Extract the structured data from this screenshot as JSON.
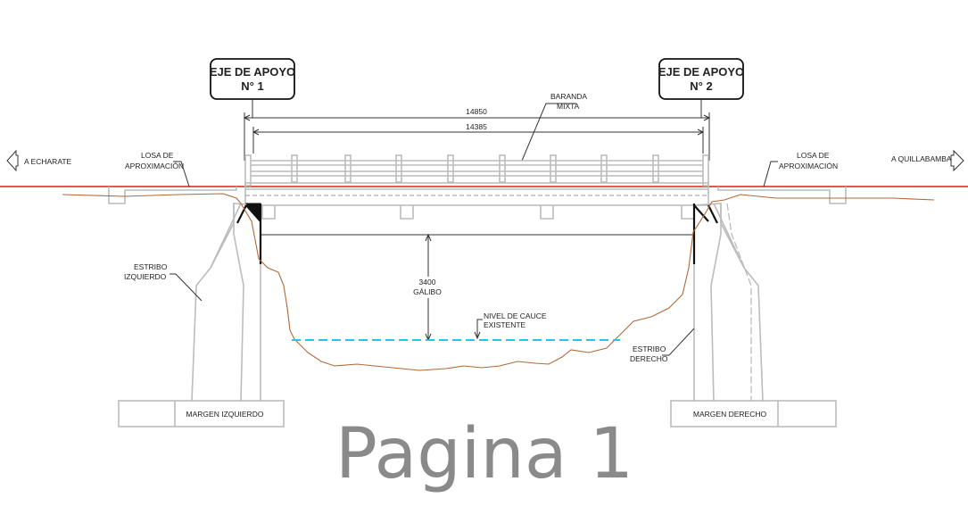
{
  "axis_labels": {
    "support_1_line1": "EJE DE APOYO",
    "support_1_line2": "N° 1",
    "support_2_line1": "EJE DE APOYO",
    "support_2_line2": "N° 2"
  },
  "dimensions": {
    "total_span": "14850",
    "railing_span": "14385",
    "clearance_value": "3400",
    "clearance_label": "GÁLIBO"
  },
  "labels": {
    "railing_line1": "BARANDA",
    "railing_line2": "MIXTA",
    "slab_left_line1": "LOSA DE",
    "slab_left_line2": "APROXIMACIÓN",
    "slab_right_line1": "LOSA DE",
    "slab_right_line2": "APROXIMACIÓN",
    "abutment_left_line1": "ESTRIBO",
    "abutment_left_line2": "IZQUIERDO",
    "abutment_right_line1": "ESTRIBO",
    "abutment_right_line2": "DERECHO",
    "water_level_line1": "NIVEL DE CAUCE",
    "water_level_line2": "EXISTENTE",
    "margin_left": "MARGEN IZQUIERDO",
    "margin_right": "MARGEN DERECHO"
  },
  "directions": {
    "left": "A ECHARATE",
    "right": "A QUILLABAMBA"
  },
  "watermark": "Pagina 1",
  "colors": {
    "road_line": "#e11b1b",
    "terrain": "#b0693a",
    "water": "#1ec8e6",
    "structure": "#bcbcbc",
    "watermark": "#8a8a8a"
  }
}
